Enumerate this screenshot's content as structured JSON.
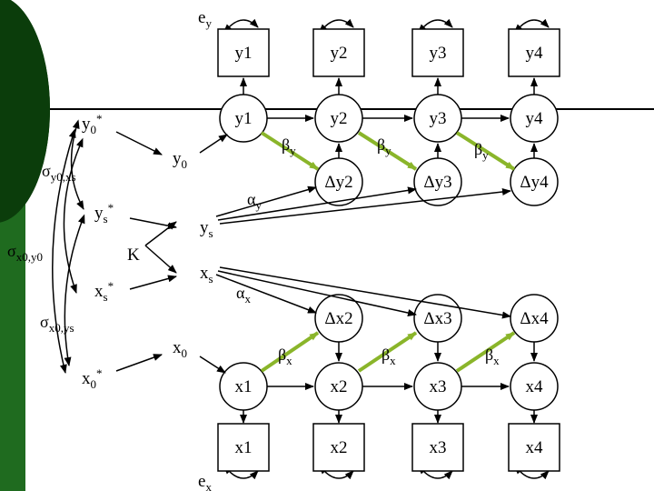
{
  "colors": {
    "dark_green": "#0b3d0b",
    "mid_green": "#1f6b1f",
    "beta_green": "#8ab52a",
    "line": "#000000"
  },
  "labels": {
    "ey": "e",
    "ey_sub": "y",
    "ex": "e",
    "ex_sub": "x",
    "y_obs": [
      "y1",
      "y2",
      "y3",
      "y4"
    ],
    "y_lat": [
      "y1",
      "y2",
      "y3",
      "y4"
    ],
    "dy": [
      "Δy2",
      "Δy3",
      "Δy4"
    ],
    "x_lat": [
      "x1",
      "x2",
      "x3",
      "x4"
    ],
    "x_obs": [
      "x1",
      "x2",
      "x3",
      "x4"
    ],
    "dx": [
      "Δx2",
      "Δx3",
      "Δx4"
    ],
    "y0star": "y",
    "y0star_sub": "0",
    "y0star_sup": "*",
    "y0": "y",
    "y0_sub": "0",
    "ysstar": "y",
    "ysstar_sub": "s",
    "ysstar_sup": "*",
    "ys": "y",
    "ys_sub": "s",
    "xsstar": "x",
    "xsstar_sub": "s",
    "xsstar_sup": "*",
    "xs": "x",
    "xs_sub": "s",
    "x0star": "x",
    "x0star_sub": "0",
    "x0star_sup": "*",
    "x0": "x",
    "x0_sub": "0",
    "K": "K",
    "beta_y": "β",
    "beta_y_sub": "y",
    "beta_x": "β",
    "beta_x_sub": "x",
    "alpha_y": "α",
    "alpha_y_sub": "y",
    "alpha_x": "α",
    "alpha_x_sub": "x",
    "sigma_y0xs": "σ",
    "sigma_y0xs_sub": "y0,xs",
    "sigma_x0y0": "σ",
    "sigma_x0y0_sub": "x0,y0",
    "sigma_x0ys": "σ",
    "sigma_x0ys_sub": "x0,ys"
  }
}
